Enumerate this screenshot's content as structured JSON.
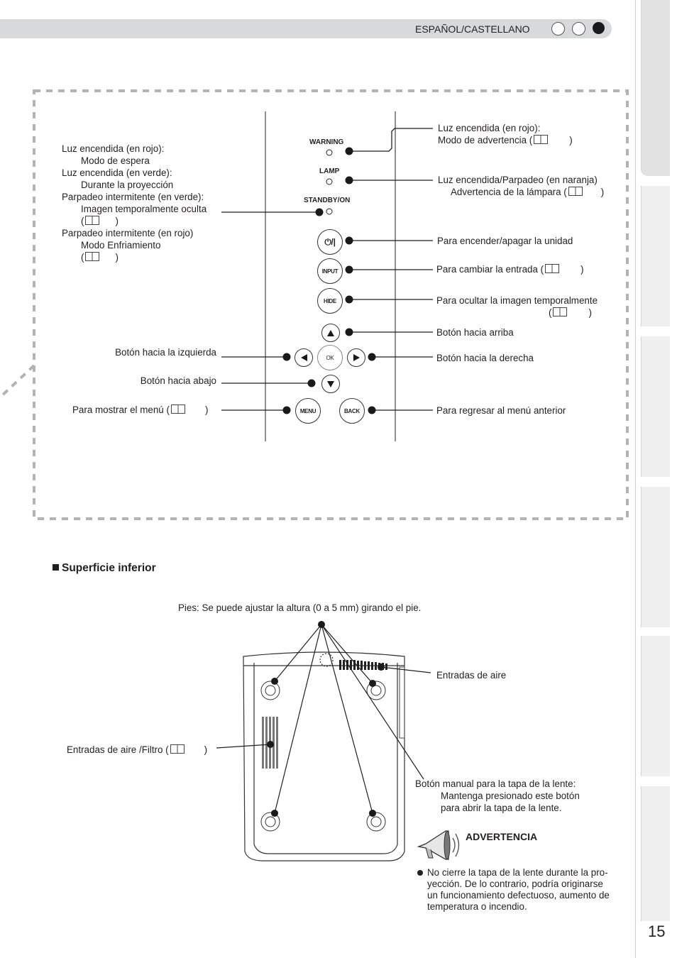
{
  "header": {
    "language": "ESPAÑOL/CASTELLANO"
  },
  "page_number": "15",
  "control_panel": {
    "panel_labels": {
      "warning": "WARNING",
      "lamp": "LAMP",
      "standby": "STANDBY/ON"
    },
    "buttons": {
      "power": "⏻/|",
      "input": "INPUT",
      "hide": "HIDE",
      "ok": "OK",
      "menu": "MENU",
      "back": "BACK"
    },
    "standby_desc": [
      "Luz encendida (en rojo):",
      "Modo de espera",
      "Luz encendida (en verde):",
      "Durante la proyección",
      "Parpadeo intermitente (en verde):",
      "Imagen temporalmente oculta",
      "(",
      ")",
      "Parpadeo intermitente (en rojo)",
      "Modo Enfriamiento",
      "(",
      ")"
    ],
    "warning_desc": [
      "Luz encendida (en rojo):",
      "Modo de advertencia (",
      ")"
    ],
    "lamp_desc": [
      "Luz encendida/Parpadeo (en naranja)",
      "Advertencia de la lámpara (",
      ")"
    ],
    "power_desc": "Para encender/apagar la unidad",
    "input_desc": [
      "Para cambiar la entrada (",
      ")"
    ],
    "hide_desc": [
      "Para ocultar la imagen temporalmente",
      "(",
      ")"
    ],
    "up_desc": "Botón hacia arriba",
    "left_desc": "Botón hacia la izquierda",
    "right_desc": "Botón hacia la derecha",
    "down_desc": "Botón hacia abajo",
    "menu_desc": [
      "Para mostrar el menú (",
      ")"
    ],
    "back_desc": "Para regresar al menú anterior"
  },
  "bottom": {
    "heading": "Superficie inferior",
    "feet": "Pies: Se puede ajustar la altura (0 a 5 mm) girando el pie.",
    "air_inlets": "Entradas de aire",
    "air_filter": [
      "Entradas de aire /Filtro (",
      ")"
    ],
    "lens_button": [
      "Botón manual para la tapa de la lente:",
      "Mantenga presionado este botón",
      "para abrir la tapa de la lente."
    ],
    "warning_title": "ADVERTENCIA",
    "warning_text": [
      "No cierre la tapa de la lente durante la pro-",
      "yección. De lo contrario, podría originarse",
      "un funcionamiento defectuoso, aumento de",
      "temperatura o incendio."
    ]
  }
}
